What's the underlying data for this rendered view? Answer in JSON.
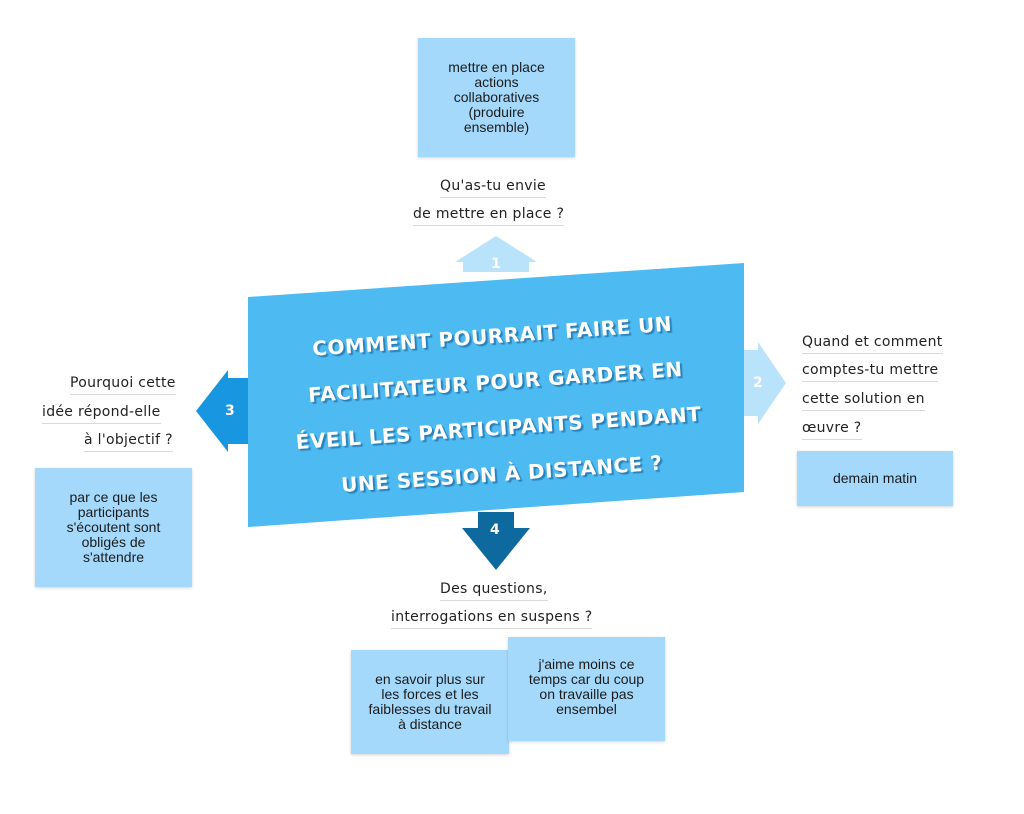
{
  "title_lines": [
    "Comment pourrait faire un",
    "facilitateur pour garder en",
    "éveil les participants pendant",
    "une session à distance ?"
  ],
  "arrows": [
    {
      "number": "1",
      "color": "#b9e3fb"
    },
    {
      "number": "2",
      "color": "#b9e3fb"
    },
    {
      "number": "3",
      "color": "#1897e0"
    },
    {
      "number": "4",
      "color": "#0e6a9e"
    }
  ],
  "prompts": {
    "top": [
      "Qu'as-tu envie",
      "de mettre en place ?"
    ],
    "right": [
      "Quand et comment",
      "comptes-tu mettre",
      "cette solution en",
      "œuvre ?"
    ],
    "left": [
      "Pourquoi cette",
      "idée répond-elle",
      "à l'objectif ?"
    ],
    "bottom": [
      "Des questions,",
      "interrogations en suspens ?"
    ]
  },
  "notes": {
    "top": "mettre en place actions collaboratives (produire ensemble)",
    "right": "demain matin",
    "left": "par ce que les participants s'écoutent sont obligés de s'attendre",
    "bottom_1": "en savoir plus sur les forces et les faiblesses du travail à distance",
    "bottom_2": "j'aime moins ce temps car du coup on travaille pas ensembel"
  },
  "colors": {
    "banner": "#4dbaf2",
    "note": "#a5d9fb"
  }
}
